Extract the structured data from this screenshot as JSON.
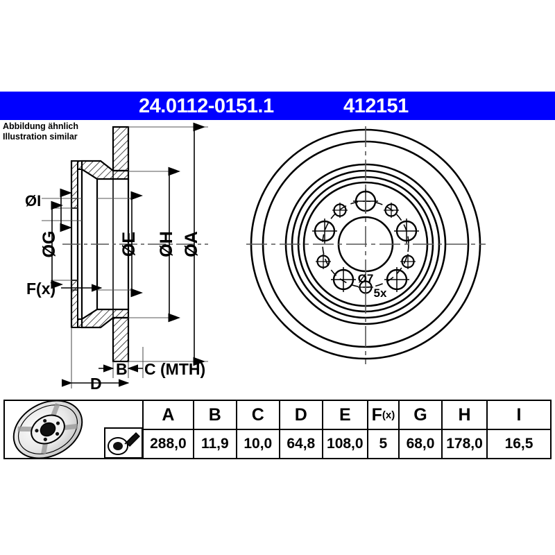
{
  "header": {
    "part_number": "24.0112-0151.1",
    "reference_number": "412151",
    "bar_color": "#0000ff",
    "text_color": "#ffffff"
  },
  "note": {
    "line_de": "Abbildung ähnlich",
    "line_en": "Illustration similar"
  },
  "section_view": {
    "labels": {
      "i": "ØI",
      "g": "ØG",
      "e": "ØE",
      "h": "ØH",
      "a": "ØA",
      "fx": "F(x)",
      "b": "B",
      "c": "C (MTH)",
      "d": "D"
    }
  },
  "face_view": {
    "hole_diameter_label": "Ø7",
    "hole_count_label": "5x"
  },
  "table": {
    "columns": [
      {
        "header": "A",
        "sub": "",
        "value": "288,0"
      },
      {
        "header": "B",
        "sub": "",
        "value": "11,9"
      },
      {
        "header": "C",
        "sub": "",
        "value": "10,0"
      },
      {
        "header": "D",
        "sub": "",
        "value": "64,8"
      },
      {
        "header": "E",
        "sub": "",
        "value": "108,0"
      },
      {
        "header": "F",
        "sub": "(x)",
        "value": "5"
      },
      {
        "header": "G",
        "sub": "",
        "value": "68,0"
      },
      {
        "header": "H",
        "sub": "",
        "value": "178,0"
      },
      {
        "header": "I",
        "sub": "",
        "value": "16,5"
      }
    ]
  }
}
